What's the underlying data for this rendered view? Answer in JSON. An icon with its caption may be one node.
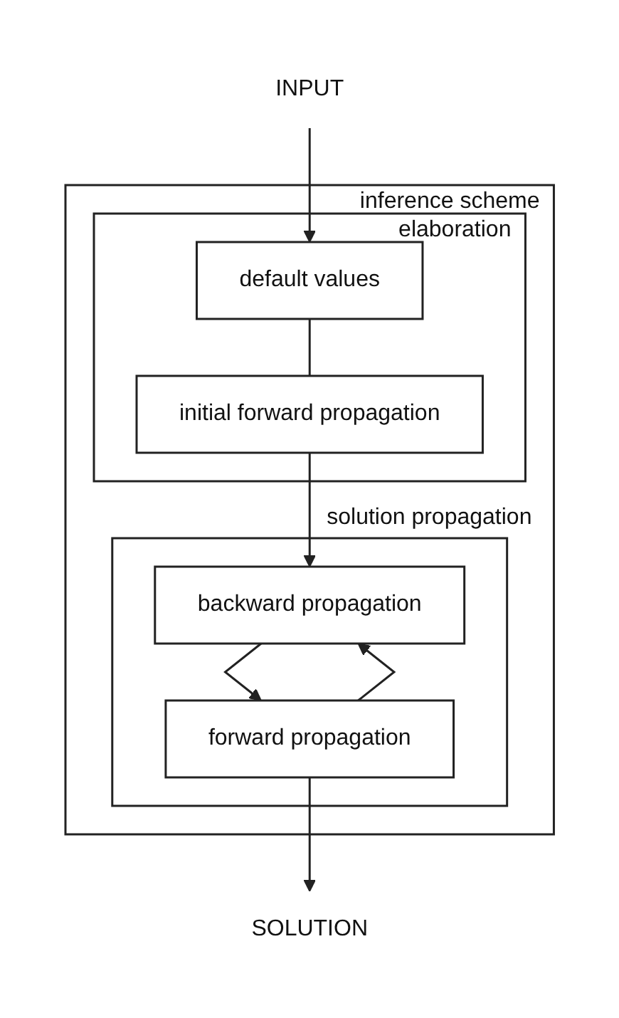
{
  "diagram": {
    "nodes": [
      {
        "text": [
          "INPUT"
        ]
      },
      {
        "text": [
          "inference scheme"
        ]
      },
      {
        "text": [
          "elaboration"
        ],
        "in": 1
      },
      {
        "text": [
          "default values"
        ],
        "in": 2
      },
      {
        "text": [
          "initial forward propagation"
        ],
        "in": 2
      },
      {
        "text": [
          "solution propagation"
        ],
        "in": 1
      },
      {
        "text": [
          "backward propagation"
        ],
        "in": 5
      },
      {
        "text": [
          "forward propagation"
        ],
        "in": 5
      },
      {
        "text": [
          "SOLUTION"
        ]
      }
    ],
    "edges": [
      {
        "from": 0,
        "to": 3,
        "arrow": "to"
      },
      {
        "from": 3,
        "to": 4,
        "arrow": "none"
      },
      {
        "from": 4,
        "to": 6,
        "arrow": "to"
      },
      {
        "from": 6,
        "to": 7,
        "arrow": "to"
      },
      {
        "from": 7,
        "to": 6,
        "arrow": "to"
      },
      {
        "from": 7,
        "to": 8,
        "arrow": "to"
      }
    ]
  }
}
